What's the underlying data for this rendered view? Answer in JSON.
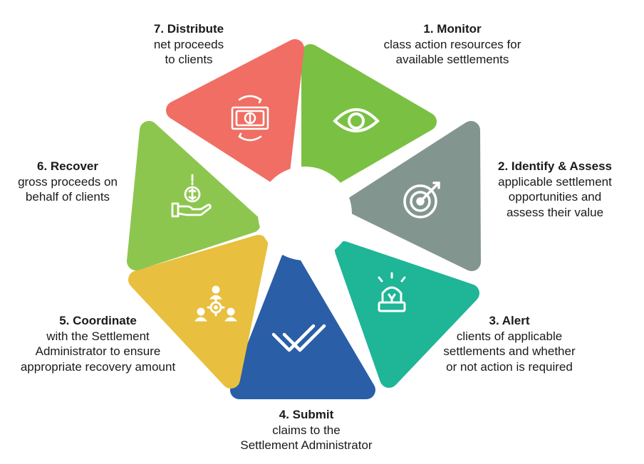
{
  "colors": {
    "monitor": "#7ac143",
    "identify": "#83958f",
    "alert": "#1fb597",
    "submit": "#2a5ea7",
    "coordinate": "#e8bf3e",
    "recover": "#8dc64f",
    "distribute": "#f06e63",
    "icon_stroke": "#ffffff"
  },
  "steps": [
    {
      "id": "monitor",
      "title": "1. Monitor",
      "lines": [
        "class action resources for",
        "available settlements"
      ],
      "icon": "eye-icon"
    },
    {
      "id": "identify",
      "title": "2. Identify & Assess",
      "lines": [
        "applicable settlement",
        "opportunities and",
        "assess their value"
      ],
      "icon": "target-icon"
    },
    {
      "id": "alert",
      "title": "3. Alert",
      "lines": [
        "clients of applicable",
        "settlements and whether",
        "or not action is required"
      ],
      "icon": "siren-icon"
    },
    {
      "id": "submit",
      "title": "4. Submit",
      "lines": [
        "claims to the",
        "Settlement Administrator"
      ],
      "icon": "double-check-icon"
    },
    {
      "id": "coordinate",
      "title": "5. Coordinate",
      "lines": [
        "with the Settlement",
        "Administrator to ensure",
        "appropriate recovery amount"
      ],
      "icon": "team-gear-icon"
    },
    {
      "id": "recover",
      "title": "6. Recover",
      "lines": [
        "gross proceeds on",
        "behalf of clients"
      ],
      "icon": "hand-coin-icon"
    },
    {
      "id": "distribute",
      "title": "7. Distribute",
      "lines": [
        "net proceeds",
        "to clients"
      ],
      "icon": "money-cycle-icon"
    }
  ]
}
